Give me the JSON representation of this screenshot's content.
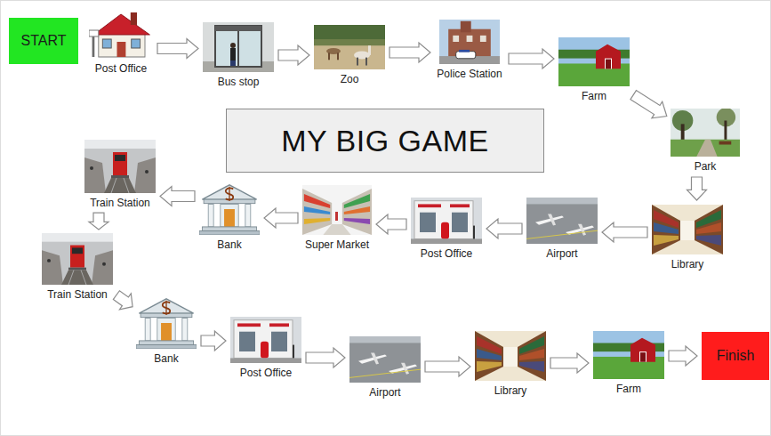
{
  "diagram": {
    "title": "MY BIG GAME",
    "nodes": [
      {
        "text": [
          "START"
        ]
      },
      {
        "text": [
          "Post Office"
        ]
      },
      {
        "text": [
          "Bus stop"
        ]
      },
      {
        "text": [
          "Zoo"
        ]
      },
      {
        "text": [
          "Police Station"
        ]
      },
      {
        "text": [
          "Farm"
        ]
      },
      {
        "text": [
          "Park"
        ]
      },
      {
        "text": [
          "Library"
        ]
      },
      {
        "text": [
          "Airport"
        ]
      },
      {
        "text": [
          "Post Office"
        ]
      },
      {
        "text": [
          "Super Market"
        ]
      },
      {
        "text": [
          "Bank"
        ]
      },
      {
        "text": [
          "Train Station"
        ]
      },
      {
        "text": [
          "Train Station"
        ]
      },
      {
        "text": [
          "Bank"
        ]
      },
      {
        "text": [
          "Post Office"
        ]
      },
      {
        "text": [
          "Airport"
        ]
      },
      {
        "text": [
          "Library"
        ]
      },
      {
        "text": [
          "Farm"
        ]
      },
      {
        "text": [
          "Finish"
        ]
      }
    ],
    "edges": [
      {
        "from": 1,
        "to": 2,
        "arrow": "to"
      },
      {
        "from": 2,
        "to": 3,
        "arrow": "to"
      },
      {
        "from": 3,
        "to": 4,
        "arrow": "to"
      },
      {
        "from": 4,
        "to": 5,
        "arrow": "to"
      },
      {
        "from": 5,
        "to": 6,
        "arrow": "to"
      },
      {
        "from": 6,
        "to": 7,
        "arrow": "to"
      },
      {
        "from": 7,
        "to": 8,
        "arrow": "to"
      },
      {
        "from": 8,
        "to": 9,
        "arrow": "to"
      },
      {
        "from": 9,
        "to": 10,
        "arrow": "to"
      },
      {
        "from": 10,
        "to": 11,
        "arrow": "to"
      },
      {
        "from": 11,
        "to": 12,
        "arrow": "to"
      },
      {
        "from": 12,
        "to": 13,
        "arrow": "to"
      },
      {
        "from": 13,
        "to": 14,
        "arrow": "to"
      },
      {
        "from": 14,
        "to": 15,
        "arrow": "to"
      },
      {
        "from": 15,
        "to": 16,
        "arrow": "to"
      },
      {
        "from": 16,
        "to": 17,
        "arrow": "to"
      },
      {
        "from": 17,
        "to": 18,
        "arrow": "to"
      },
      {
        "from": 18,
        "to": 19,
        "arrow": "to"
      }
    ]
  }
}
